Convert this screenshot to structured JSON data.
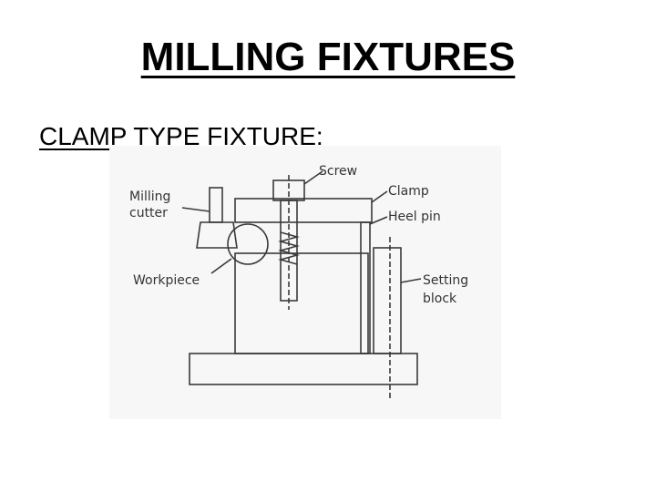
{
  "title": "MILLING FIXTURES",
  "subtitle": "CLAMP TYPE FIXTURE:",
  "diagram": {
    "labels": {
      "screw": "Screw",
      "clamp": "Clamp",
      "heel_pin": "Heel pin",
      "milling_cutter_1": "Milling",
      "milling_cutter_2": "cutter",
      "workpiece": "Workpiece",
      "setting_block_1": "Setting",
      "setting_block_2": "block"
    },
    "colors": {
      "ink": "#3a3a3a",
      "background": "#f7f7f7"
    }
  }
}
